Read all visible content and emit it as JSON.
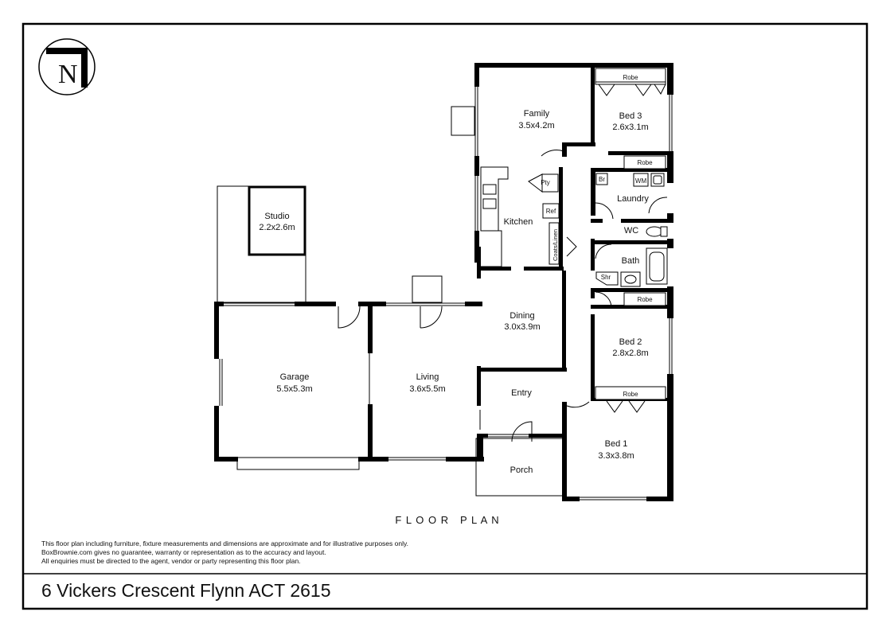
{
  "compass": {
    "letter": "N"
  },
  "rooms": {
    "family": {
      "name": "Family",
      "size": "3.5x4.2m"
    },
    "bed3": {
      "name": "Bed 3",
      "size": "2.6x3.1m"
    },
    "studio": {
      "name": "Studio",
      "size": "2.2x2.6m"
    },
    "kitchen": {
      "name": "Kitchen"
    },
    "laundry": {
      "name": "Laundry"
    },
    "wc": {
      "name": "WC"
    },
    "bath": {
      "name": "Bath"
    },
    "dining": {
      "name": "Dining",
      "size": "3.0x3.9m"
    },
    "garage": {
      "name": "Garage",
      "size": "5.5x5.3m"
    },
    "living": {
      "name": "Living",
      "size": "3.6x5.5m"
    },
    "bed2": {
      "name": "Bed 2",
      "size": "2.8x2.8m"
    },
    "entry": {
      "name": "Entry"
    },
    "bed1": {
      "name": "Bed 1",
      "size": "3.3x3.8m"
    },
    "porch": {
      "name": "Porch"
    }
  },
  "fixtures": {
    "robe": "Robe",
    "pty": "Pty",
    "ref": "Ref",
    "br": "Br",
    "wm": "WM",
    "shr": "Shr",
    "coats_linen": "Coats/Linen"
  },
  "plan_title": "F L O O R   P L A N",
  "disclaimer": [
    "This floor plan including furniture, fixture measurements and dimensions are approximate and for illustrative purposes only.",
    "BoxBrownie.com gives no guarantee, warranty or representation as to the accuracy and layout.",
    "All enquiries must be directed to the agent, vendor or party representing this floor plan."
  ],
  "address": "6 Vickers Crescent Flynn ACT 2615"
}
